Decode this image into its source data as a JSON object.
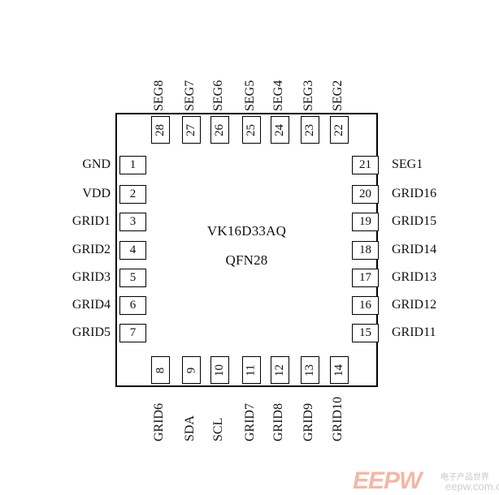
{
  "package": {
    "part_number": "VK16D33AQ",
    "package_type": "QFN28"
  },
  "pins_left": [
    {
      "num": "1",
      "name": "GND"
    },
    {
      "num": "2",
      "name": "VDD"
    },
    {
      "num": "3",
      "name": "GRID1"
    },
    {
      "num": "4",
      "name": "GRID2"
    },
    {
      "num": "5",
      "name": "GRID3"
    },
    {
      "num": "6",
      "name": "GRID4"
    },
    {
      "num": "7",
      "name": "GRID5"
    }
  ],
  "pins_bottom": [
    {
      "num": "8",
      "name": "GRID6"
    },
    {
      "num": "9",
      "name": "SDA"
    },
    {
      "num": "10",
      "name": "SCL"
    },
    {
      "num": "11",
      "name": "GRID7"
    },
    {
      "num": "12",
      "name": "GRID8"
    },
    {
      "num": "13",
      "name": "GRID9"
    },
    {
      "num": "14",
      "name": "GRID10"
    }
  ],
  "pins_right": [
    {
      "num": "21",
      "name": "SEG1"
    },
    {
      "num": "20",
      "name": "GRID16"
    },
    {
      "num": "19",
      "name": "GRID15"
    },
    {
      "num": "18",
      "name": "GRID14"
    },
    {
      "num": "17",
      "name": "GRID13"
    },
    {
      "num": "16",
      "name": "GRID12"
    },
    {
      "num": "15",
      "name": "GRID11"
    }
  ],
  "pins_top": [
    {
      "num": "28",
      "name": "SEG8"
    },
    {
      "num": "27",
      "name": "SEG7"
    },
    {
      "num": "26",
      "name": "SEG6"
    },
    {
      "num": "25",
      "name": "SEG5"
    },
    {
      "num": "24",
      "name": "SEG4"
    },
    {
      "num": "23",
      "name": "SEG3"
    },
    {
      "num": "22",
      "name": "SEG2"
    }
  ],
  "watermark": {
    "logo": "EEPW",
    "tagline": "电子产品世界",
    "url": "eepw.com.cn"
  }
}
